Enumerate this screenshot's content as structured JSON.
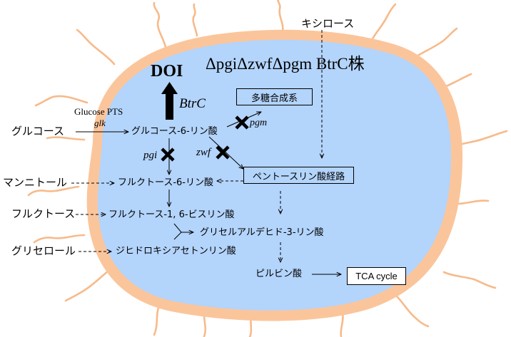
{
  "title": "ΔpgiΔzwfΔpgm BtrC株",
  "product": "DOI",
  "enzymes": {
    "btrc": "BtrC",
    "glucose_pts": "Glucose PTS",
    "glk": "glk",
    "pgm": "pgm",
    "pgi": "pgi",
    "zwf": "zwf"
  },
  "external": {
    "glucose": "グルコース",
    "mannitol": "マンニトール",
    "fructose": "フルクトース",
    "glycerol": "グリセロール",
    "xylose": "キシロース"
  },
  "internal": {
    "g6p": "グルコース-6-リン酸",
    "f6p": "フルクトース-6-リン酸",
    "fbp": "フルクトース-1, 6-ビスリン酸",
    "g3p": "グリセルアルデヒド-3-リン酸",
    "dhap": "ジヒドロキシアセトンリン酸",
    "pyruvate": "ピルビン酸"
  },
  "boxes": {
    "polysaccharide": "多糖合成系",
    "ppp": "ペントースリン酸経路",
    "tca": "TCA cycle"
  },
  "colors": {
    "cell_wall": "#fbc59b",
    "cytoplasm": "#b3d4fb",
    "pilus": "#f7ba8a"
  }
}
